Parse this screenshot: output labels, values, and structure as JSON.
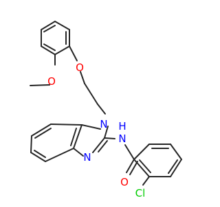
{
  "molecule": {
    "colors": {
      "bond": "#262626",
      "oxygen": "#ff0000",
      "nitrogen": "#0000ff",
      "chlorine": "#00cc00"
    },
    "labels": {
      "o_methoxy": "O",
      "o_ether": "O",
      "n_ring": "N",
      "n_imine": "N",
      "nh": "N",
      "h": "H",
      "o_carbonyl": "O",
      "cl": "Cl"
    }
  }
}
